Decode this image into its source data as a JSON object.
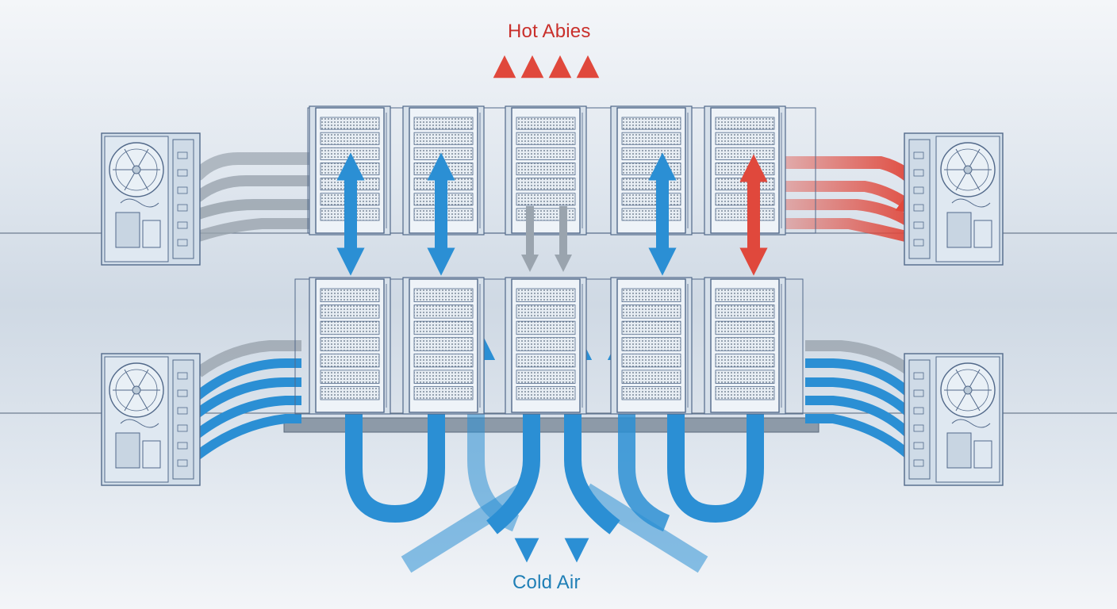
{
  "labels": {
    "hot": "Hot Abies",
    "cold": "Cold Air"
  },
  "colors": {
    "hot": "#e0483c",
    "cold": "#2b8fd4",
    "neutral": "#9aa4ae",
    "outline": "#52698a",
    "unit_fill": "#dbe6f0",
    "floor_line": "#6f7e90"
  },
  "icons": {
    "hot_arrow": "up-arrow",
    "cold_arrow": "down-arrow",
    "cooling_unit": "fan-icon"
  }
}
